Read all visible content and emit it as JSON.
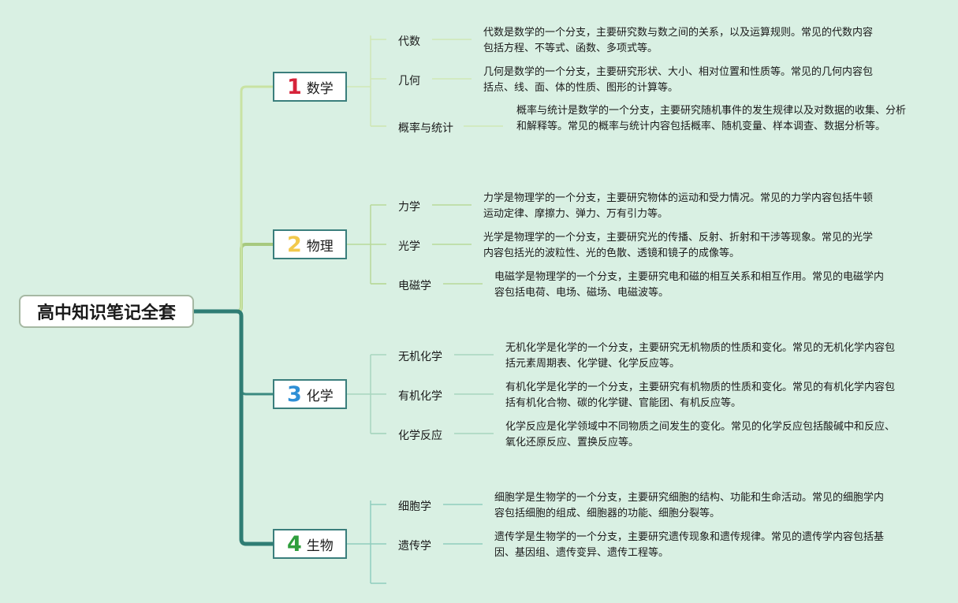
{
  "root": {
    "title": "高中知识笔记全套"
  },
  "branches": [
    {
      "num": "1",
      "label": "数学",
      "num_color": "#d6233a",
      "children": [
        {
          "label": "代数",
          "desc": "代数是数学的一个分支，主要研究数与数之间的关系，以及运算规则。常见的代数内容包括方程、不等式、函数、多项式等。"
        },
        {
          "label": "几何",
          "desc": "几何是数学的一个分支，主要研究形状、大小、相对位置和性质等。常见的几何内容包括点、线、面、体的性质、图形的计算等。"
        },
        {
          "label": "概率与统计",
          "desc": "概率与统计是数学的一个分支，主要研究随机事件的发生规律以及对数据的收集、分析和解释等。常见的概率与统计内容包括概率、随机变量、样本调查、数据分析等。"
        }
      ]
    },
    {
      "num": "2",
      "label": "物理",
      "num_color": "#f2c94c",
      "children": [
        {
          "label": "力学",
          "desc": "力学是物理学的一个分支，主要研究物体的运动和受力情况。常见的力学内容包括牛顿运动定律、摩擦力、弹力、万有引力等。"
        },
        {
          "label": "光学",
          "desc": "光学是物理学的一个分支，主要研究光的传播、反射、折射和干涉等现象。常见的光学内容包括光的波粒性、光的色散、透镜和镜子的成像等。"
        },
        {
          "label": "电磁学",
          "desc": "电磁学是物理学的一个分支，主要研究电和磁的相互关系和相互作用。常见的电磁学内容包括电荷、电场、磁场、电磁波等。"
        }
      ]
    },
    {
      "num": "3",
      "label": "化学",
      "num_color": "#2e8fd6",
      "children": [
        {
          "label": "无机化学",
          "desc": "无机化学是化学的一个分支，主要研究无机物质的性质和变化。常见的无机化学内容包括元素周期表、化学键、化学反应等。"
        },
        {
          "label": "有机化学",
          "desc": "有机化学是化学的一个分支，主要研究有机物质的性质和变化。常见的有机化学内容包括有机化合物、碳的化学键、官能团、有机反应等。"
        },
        {
          "label": "化学反应",
          "desc": "化学反应是化学领域中不同物质之间发生的变化。常见的化学反应包括酸碱中和反应、氧化还原反应、置换反应等。"
        }
      ]
    },
    {
      "num": "4",
      "label": "生物",
      "num_color": "#2e9e3c",
      "children": [
        {
          "label": "细胞学",
          "desc": "细胞学是生物学的一个分支，主要研究细胞的结构、功能和生命活动。常见的细胞学内容包括细胞的组成、细胞器的功能、细胞分裂等。"
        },
        {
          "label": "遗传学",
          "desc": "遗传学是生物学的一个分支，主要研究遗传现象和遗传规律。常见的遗传学内容包括基因、基因组、遗传变异、遗传工程等。"
        }
      ]
    }
  ]
}
